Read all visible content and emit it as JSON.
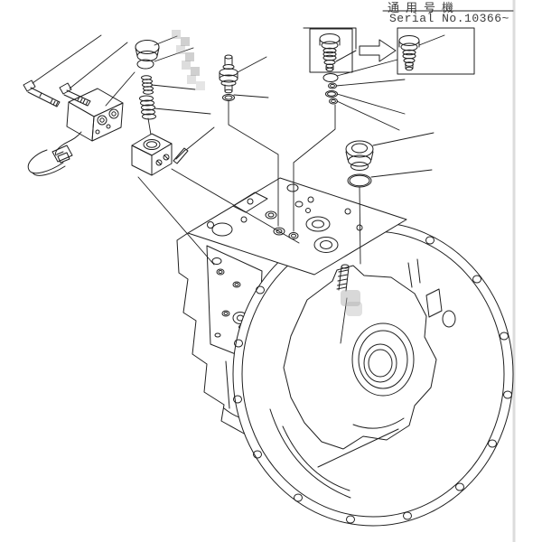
{
  "header": {
    "applicability_jp": "通用号機",
    "serial": "Serial No.10366~"
  },
  "colors": {
    "background": "#ffffff",
    "line": "#1f1f1f",
    "page_edge": "#dcdcdc",
    "watermark": "#a9a9a9",
    "text": "#3c3c3c"
  },
  "figure": {
    "type": "exploded-parts-line-drawing",
    "parts": [
      "mounting-bolt-1",
      "mounting-bolt-2",
      "solenoid-valve",
      "wire-harness",
      "cap-plug",
      "cap-o-ring",
      "spring-small",
      "spring-large",
      "pilot-valve-block",
      "locating-pin",
      "relief-fitting",
      "relief-o-ring",
      "boxed-plug-assembly",
      "washer-ring-1",
      "washer-ring-2",
      "washer-ring-3",
      "washer-ring-4",
      "dome-plug",
      "dome-o-ring",
      "stud-screw",
      "pump-main-body",
      "top-valve-plate",
      "mounting-flange",
      "replacement-plug",
      "serial-callout-box",
      "block-arrow"
    ]
  }
}
